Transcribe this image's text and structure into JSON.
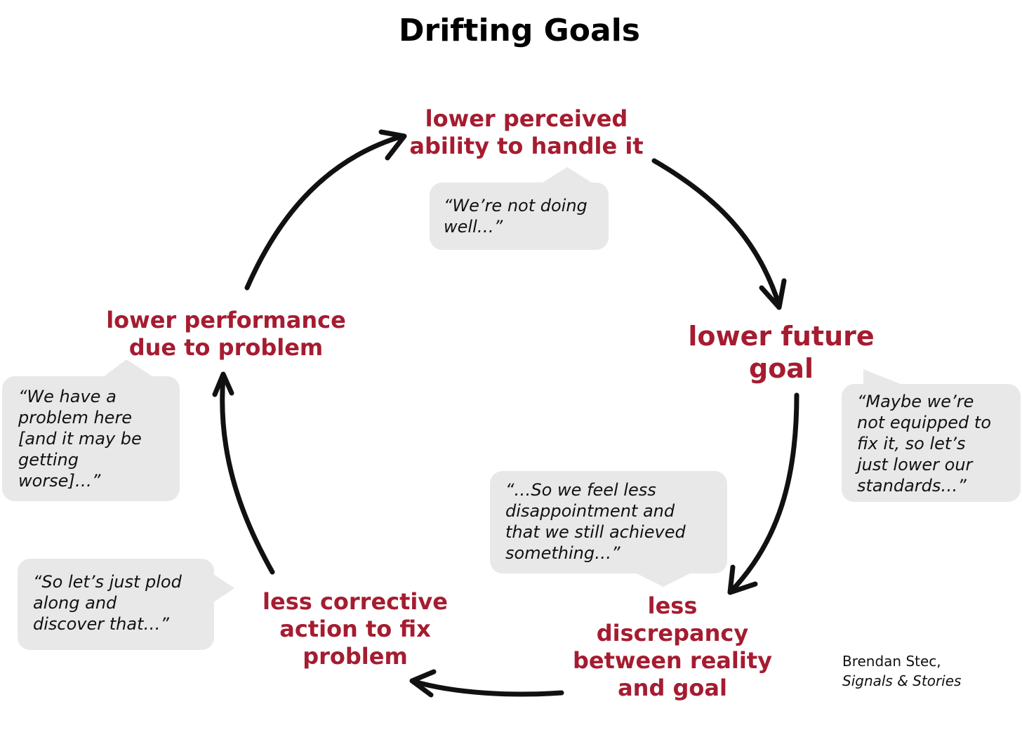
{
  "title": "Drifting Goals",
  "accent_color": "#a51c30",
  "nodes": {
    "top": [
      "lower perceived",
      "ability to handle it"
    ],
    "right": [
      "lower future",
      "goal"
    ],
    "bottom_right": [
      "less",
      "discrepancy",
      "between reality",
      "and goal"
    ],
    "bottom_left": [
      "less corrective",
      "action to fix",
      "problem"
    ],
    "left": [
      "lower performance",
      "due to problem"
    ]
  },
  "quotes": {
    "top": [
      "“We’re not doing",
      "well…”"
    ],
    "right": [
      "“Maybe we’re",
      "not equipped to",
      "fix it, so let’s",
      "just lower our",
      "standards…”"
    ],
    "middle": [
      "“…So we feel less",
      "disappointment and",
      "that we still achieved",
      "something…”"
    ],
    "bottom_left": [
      "“So let’s just plod",
      "along and",
      "discover that…”"
    ],
    "left": [
      "“We have a",
      "problem here",
      "[and it may be",
      "getting",
      "worse]…”"
    ]
  },
  "credit": {
    "author": "Brendan Stec,",
    "source": "Signals & Stories"
  }
}
